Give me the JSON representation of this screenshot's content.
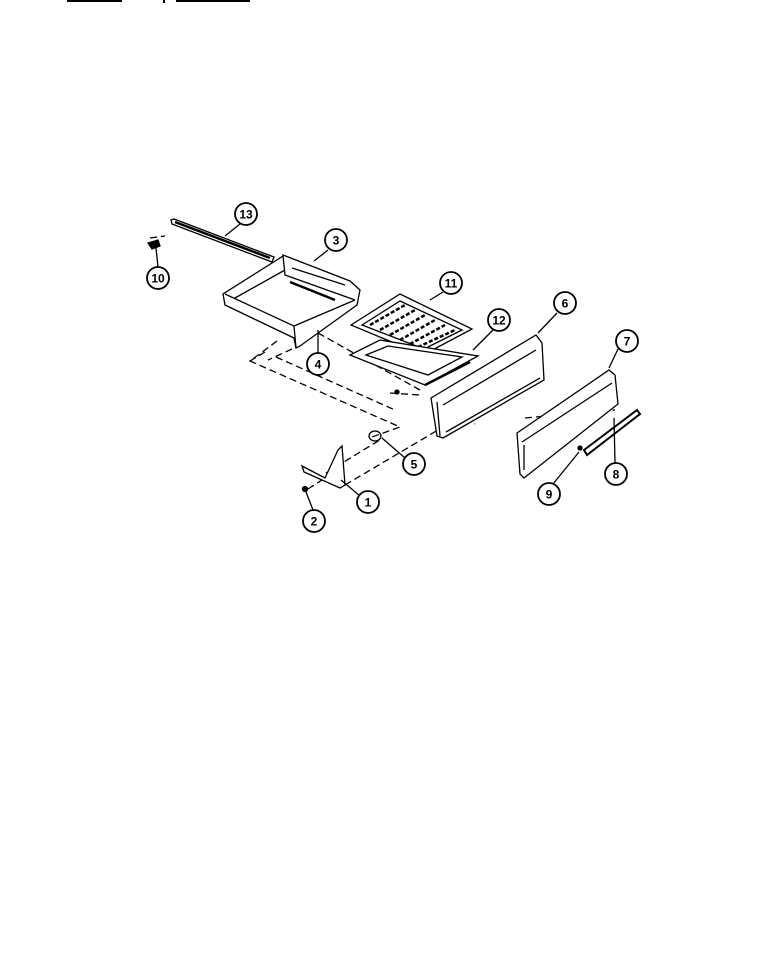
{
  "diagram": {
    "type": "exploded parts diagram",
    "colors": {
      "line": "#000000",
      "background": "#ffffff"
    },
    "callouts": [
      {
        "id": "13",
        "label": "13"
      },
      {
        "id": "3",
        "label": "3"
      },
      {
        "id": "10",
        "label": "10"
      },
      {
        "id": "11",
        "label": "11"
      },
      {
        "id": "6",
        "label": "6"
      },
      {
        "id": "12",
        "label": "12"
      },
      {
        "id": "4",
        "label": "4"
      },
      {
        "id": "7",
        "label": "7"
      },
      {
        "id": "5",
        "label": "5"
      },
      {
        "id": "1",
        "label": "1"
      },
      {
        "id": "8",
        "label": "8"
      },
      {
        "id": "9",
        "label": "9"
      },
      {
        "id": "2",
        "label": "2"
      }
    ]
  }
}
